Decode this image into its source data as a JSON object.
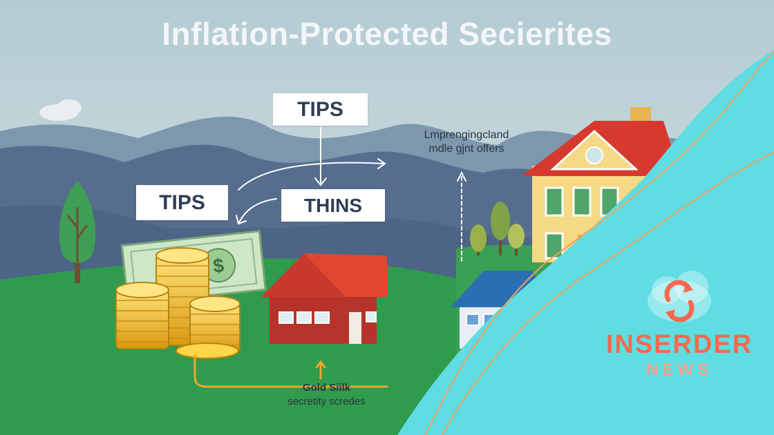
{
  "title": "Inflation-Protected Secierites",
  "labels": {
    "tips_top": "TIPS",
    "tips_left": "TIPS",
    "things": "THINS"
  },
  "annotations": {
    "top_line1": "Lmprengingcland",
    "top_line2": "mdle gjnt offers",
    "bottom_line1": "Gold Siilk",
    "bottom_line2": "secretity scredes"
  },
  "brand": {
    "name": "INSERDER",
    "sub": "NEWS",
    "icon": "sync-arrows-cloud-icon"
  },
  "colors": {
    "sky": "#a9c4cd",
    "grass": "#2f9b4c",
    "teal": "#5fdde3",
    "brand": "#f46a4e"
  }
}
